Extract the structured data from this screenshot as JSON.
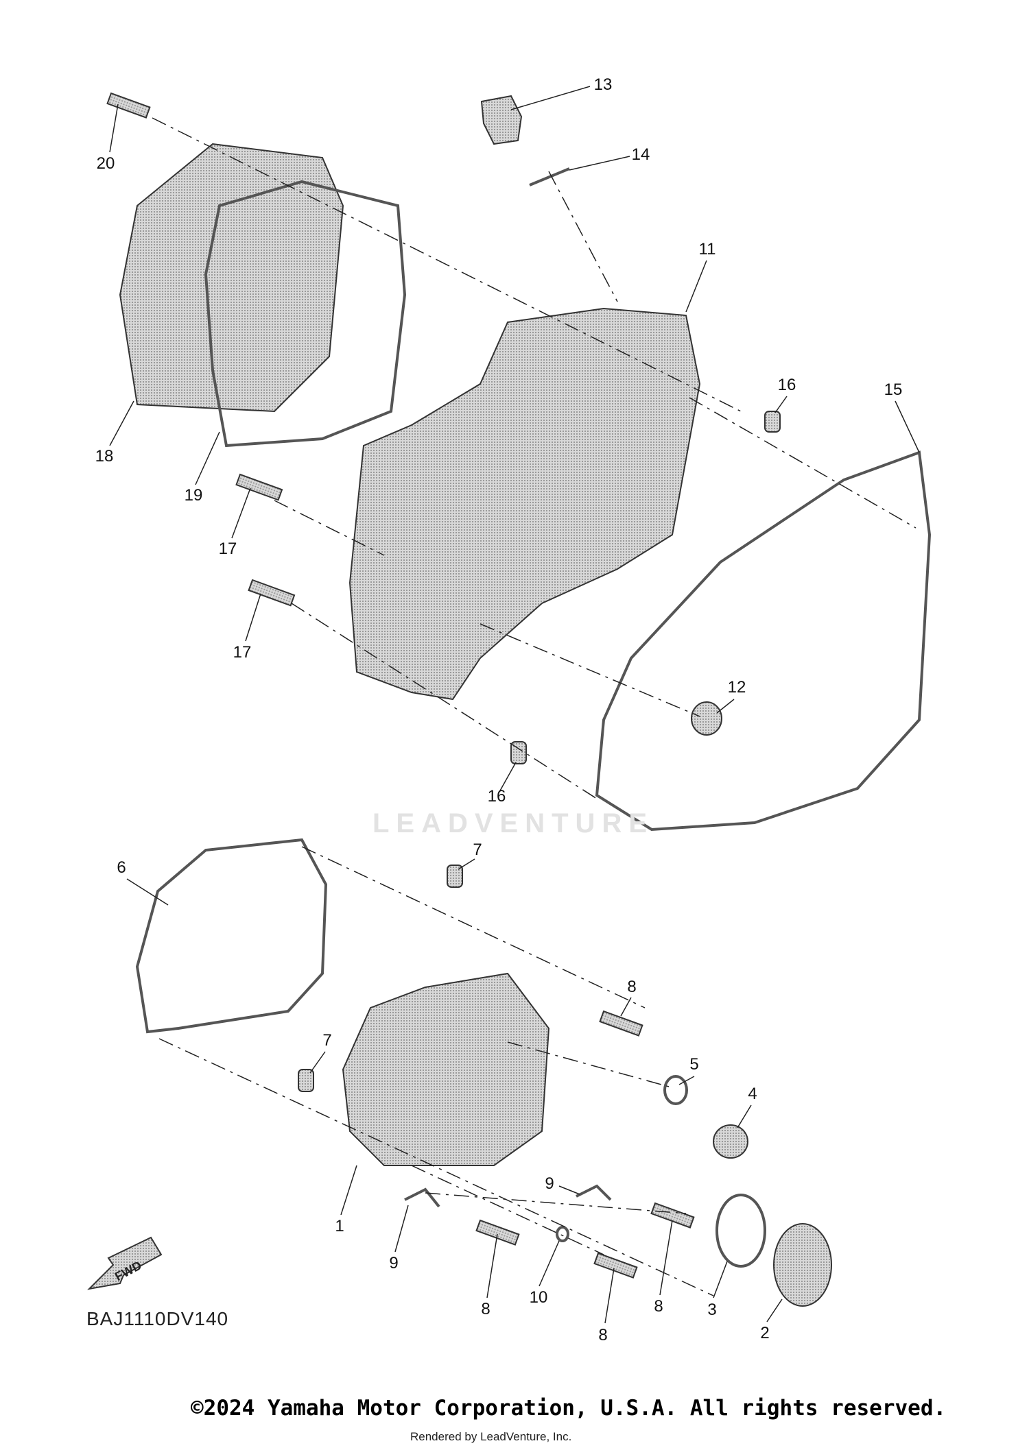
{
  "diagram": {
    "code": "BAJ1110DV140",
    "fwd_label": "FWD",
    "watermark": "LEADVENTURE",
    "callouts": [
      {
        "n": "13"
      },
      {
        "n": "14"
      },
      {
        "n": "20"
      },
      {
        "n": "11"
      },
      {
        "n": "16"
      },
      {
        "n": "15"
      },
      {
        "n": "18"
      },
      {
        "n": "19"
      },
      {
        "n": "17"
      },
      {
        "n": "17"
      },
      {
        "n": "12"
      },
      {
        "n": "16"
      },
      {
        "n": "7"
      },
      {
        "n": "6"
      },
      {
        "n": "8"
      },
      {
        "n": "7"
      },
      {
        "n": "5"
      },
      {
        "n": "4"
      },
      {
        "n": "9"
      },
      {
        "n": "1"
      },
      {
        "n": "9"
      },
      {
        "n": "10"
      },
      {
        "n": "8"
      },
      {
        "n": "8"
      },
      {
        "n": "3"
      },
      {
        "n": "8"
      },
      {
        "n": "2"
      }
    ]
  },
  "footer": {
    "copyright": "©2024 Yamaha Motor Corporation, U.S.A. All rights reserved.",
    "rendered_by": "Rendered by LeadVenture, Inc."
  }
}
